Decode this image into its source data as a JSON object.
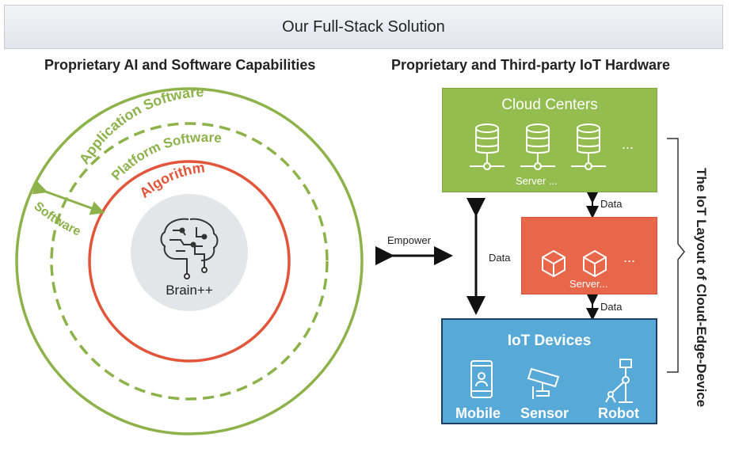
{
  "banner": {
    "title": "Our Full-Stack Solution"
  },
  "left": {
    "heading": "Proprietary AI and Software Capabilities",
    "rings": {
      "application": "Application Software",
      "platform": "Platform Software",
      "algorithm": "Algorithm",
      "software": "Software"
    },
    "core": {
      "label": "Brain++",
      "icon": "brain-circuit-icon"
    }
  },
  "right": {
    "heading": "Proprietary and Third-party IoT Hardware",
    "cloud": {
      "title": "Cloud Centers",
      "server_label": "Server ...",
      "ellipsis": "...",
      "icon": "database-server-icon"
    },
    "edge": {
      "server_label": "Server...",
      "ellipsis": "...",
      "icon": "cube-icon"
    },
    "iot": {
      "title": "IoT Devices",
      "devices": [
        {
          "label": "Mobile",
          "icon": "mobile-phone-icon"
        },
        {
          "label": "Sensor",
          "icon": "security-camera-icon"
        },
        {
          "label": "Robot",
          "icon": "robot-arm-icon"
        }
      ]
    },
    "flows": {
      "data_top": "Data",
      "data_bottom": "Data",
      "data_mid": "Data",
      "empower": "Empower"
    },
    "layout_title": "The IoT Layout of Cloud-Edge-Device"
  },
  "colors": {
    "green": "#8db24a",
    "red": "#e2553a",
    "cloud": "#93bd4e",
    "edge": "#e8664a",
    "iot": "#57a9d8",
    "navy": "#1d3f64"
  }
}
